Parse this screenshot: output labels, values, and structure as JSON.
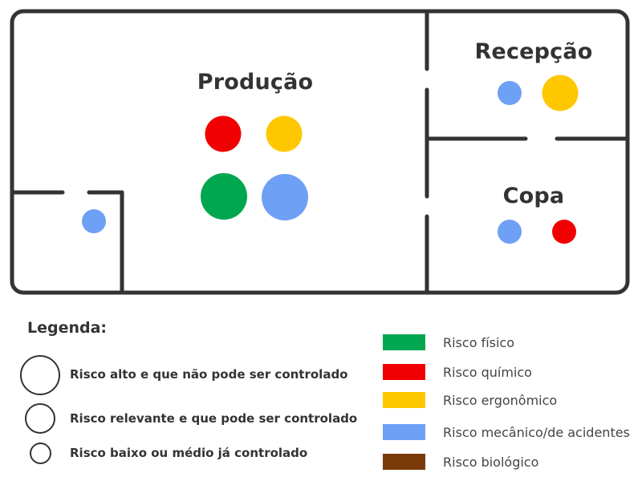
{
  "colors": {
    "outline": "#333333",
    "fisico": "#00A650",
    "quimico": "#F00000",
    "ergonomico": "#FFC700",
    "mecanico": "#6EA0F5",
    "biologico": "#7B3A0A"
  },
  "rooms": {
    "producao": "Produção",
    "recepcao": "Recepção",
    "copa": "Copa"
  },
  "legend": {
    "title": "Legenda:",
    "sizes": [
      "Risco alto e que não pode ser controlado",
      "Risco relevante e que pode ser controlado",
      "Risco baixo ou médio já controlado"
    ],
    "types": [
      {
        "label": "Risco físico",
        "color": "#00A650"
      },
      {
        "label": "Risco químico",
        "color": "#F00000"
      },
      {
        "label": "Risco ergonômico",
        "color": "#FFC700"
      },
      {
        "label": "Risco mecânico/de acidentes",
        "color": "#6EA0F5"
      },
      {
        "label": "Risco biológico",
        "color": "#7B3A0A"
      }
    ]
  },
  "risks": {
    "producao": [
      {
        "type": "Risco químico",
        "level": "Risco relevante e que pode ser controlado"
      },
      {
        "type": "Risco ergonômico",
        "level": "Risco relevante e que pode ser controlado"
      },
      {
        "type": "Risco físico",
        "level": "Risco alto e que não pode ser controlado"
      },
      {
        "type": "Risco mecânico/de acidentes",
        "level": "Risco alto e que não pode ser controlado"
      }
    ],
    "recepcao": [
      {
        "type": "Risco mecânico/de acidentes",
        "level": "Risco baixo ou médio já controlado"
      },
      {
        "type": "Risco ergonômico",
        "level": "Risco relevante e que pode ser controlado"
      }
    ],
    "copa": [
      {
        "type": "Risco mecânico/de acidentes",
        "level": "Risco baixo ou médio já controlado"
      },
      {
        "type": "Risco químico",
        "level": "Risco baixo ou médio já controlado"
      }
    ],
    "small_room": [
      {
        "type": "Risco mecânico/de acidentes",
        "level": "Risco baixo ou médio já controlado"
      }
    ]
  }
}
